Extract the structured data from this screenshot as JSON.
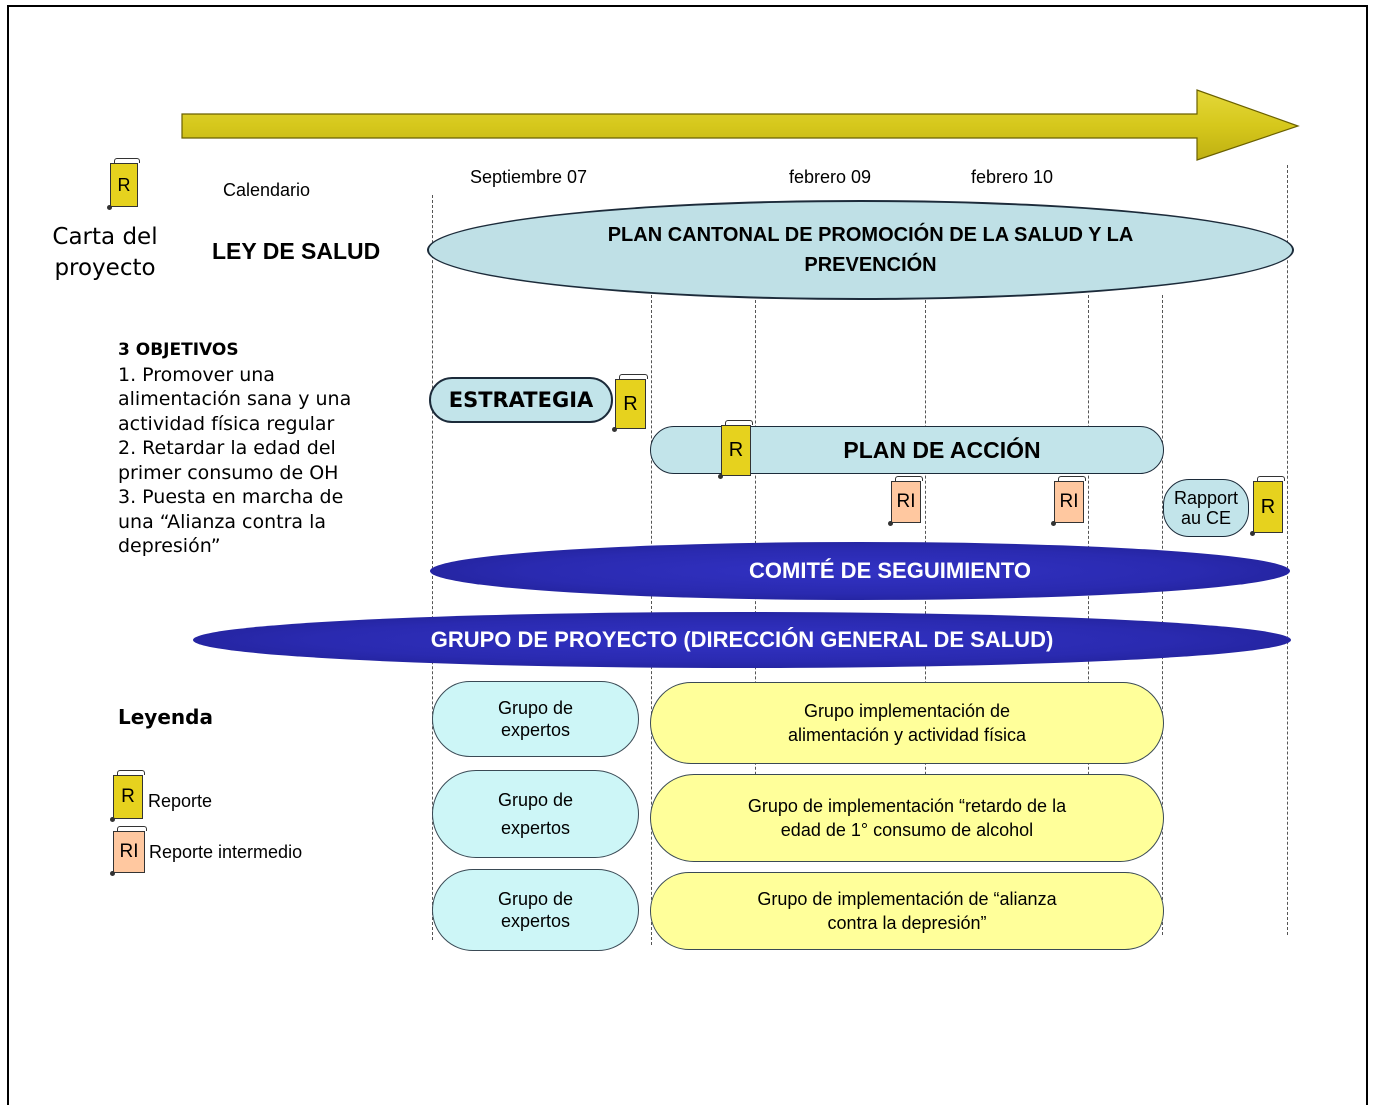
{
  "calendar": {
    "label": "Calendario",
    "dates": [
      "Septiembre 07",
      "febrero 09",
      "febrero 10"
    ]
  },
  "project_charter": {
    "icon_letter": "R",
    "label_line1": "Carta del",
    "label_line2": "proyecto"
  },
  "law_label": "LEY DE SALUD",
  "plan_cantonal": {
    "line1": "PLAN CANTONAL DE PROMOCIÓN DE LA SALUD Y LA",
    "line2": "PREVENCIÓN"
  },
  "objectives": {
    "title": "3 OBJETIVOS",
    "lines": [
      "1. Promover una",
      "alimentación sana y una",
      "actividad física regular",
      "2. Retardar la edad del",
      "primer consumo de OH",
      "3. Puesta en marcha de",
      "una “Alianza contra la",
      "depresión”"
    ]
  },
  "strategy": {
    "label": "ESTRATEGIA",
    "icon": "R"
  },
  "action_plan": {
    "label": "PLAN DE ACCIÓN",
    "icon": "R"
  },
  "intermediate_reports": [
    "RI",
    "RI"
  ],
  "rapport": {
    "line1": "Rapport",
    "line2": "au CE",
    "icon": "R"
  },
  "follow_up_committee": "COMITÉ DE SEGUIMIENTO",
  "project_group": "GRUPO DE PROYECTO (DIRECCIÓN GENERAL DE SALUD)",
  "legend": {
    "title": "Leyenda",
    "items": [
      {
        "icon": "R",
        "label": "Reporte"
      },
      {
        "icon": "RI",
        "label": "Reporte intermedio"
      }
    ]
  },
  "expert_groups": [
    {
      "line1": "Grupo de",
      "line2": "expertos"
    },
    {
      "line1": "Grupo de",
      "line2": "expertos"
    },
    {
      "line1": "Grupo de",
      "line2": "expertos"
    }
  ],
  "implementation_groups": [
    {
      "line1": "Grupo implementación de",
      "line2": "alimentación y actividad física"
    },
    {
      "line1": "Grupo de implementación “retardo de la",
      "line2": "edad de 1° consumo de alcohol"
    },
    {
      "line1": "Grupo de implementación de “alianza",
      "line2": "contra la depresión”"
    }
  ],
  "colors": {
    "arrow": "#d6c81c",
    "navy": "#2a2ab0",
    "light_blue": "#bfe0e6",
    "cyan": "#cdf6f7",
    "yellow": "#ffff9a",
    "report": "#e6d21e",
    "intermediate_report": "#ffc8a0"
  }
}
